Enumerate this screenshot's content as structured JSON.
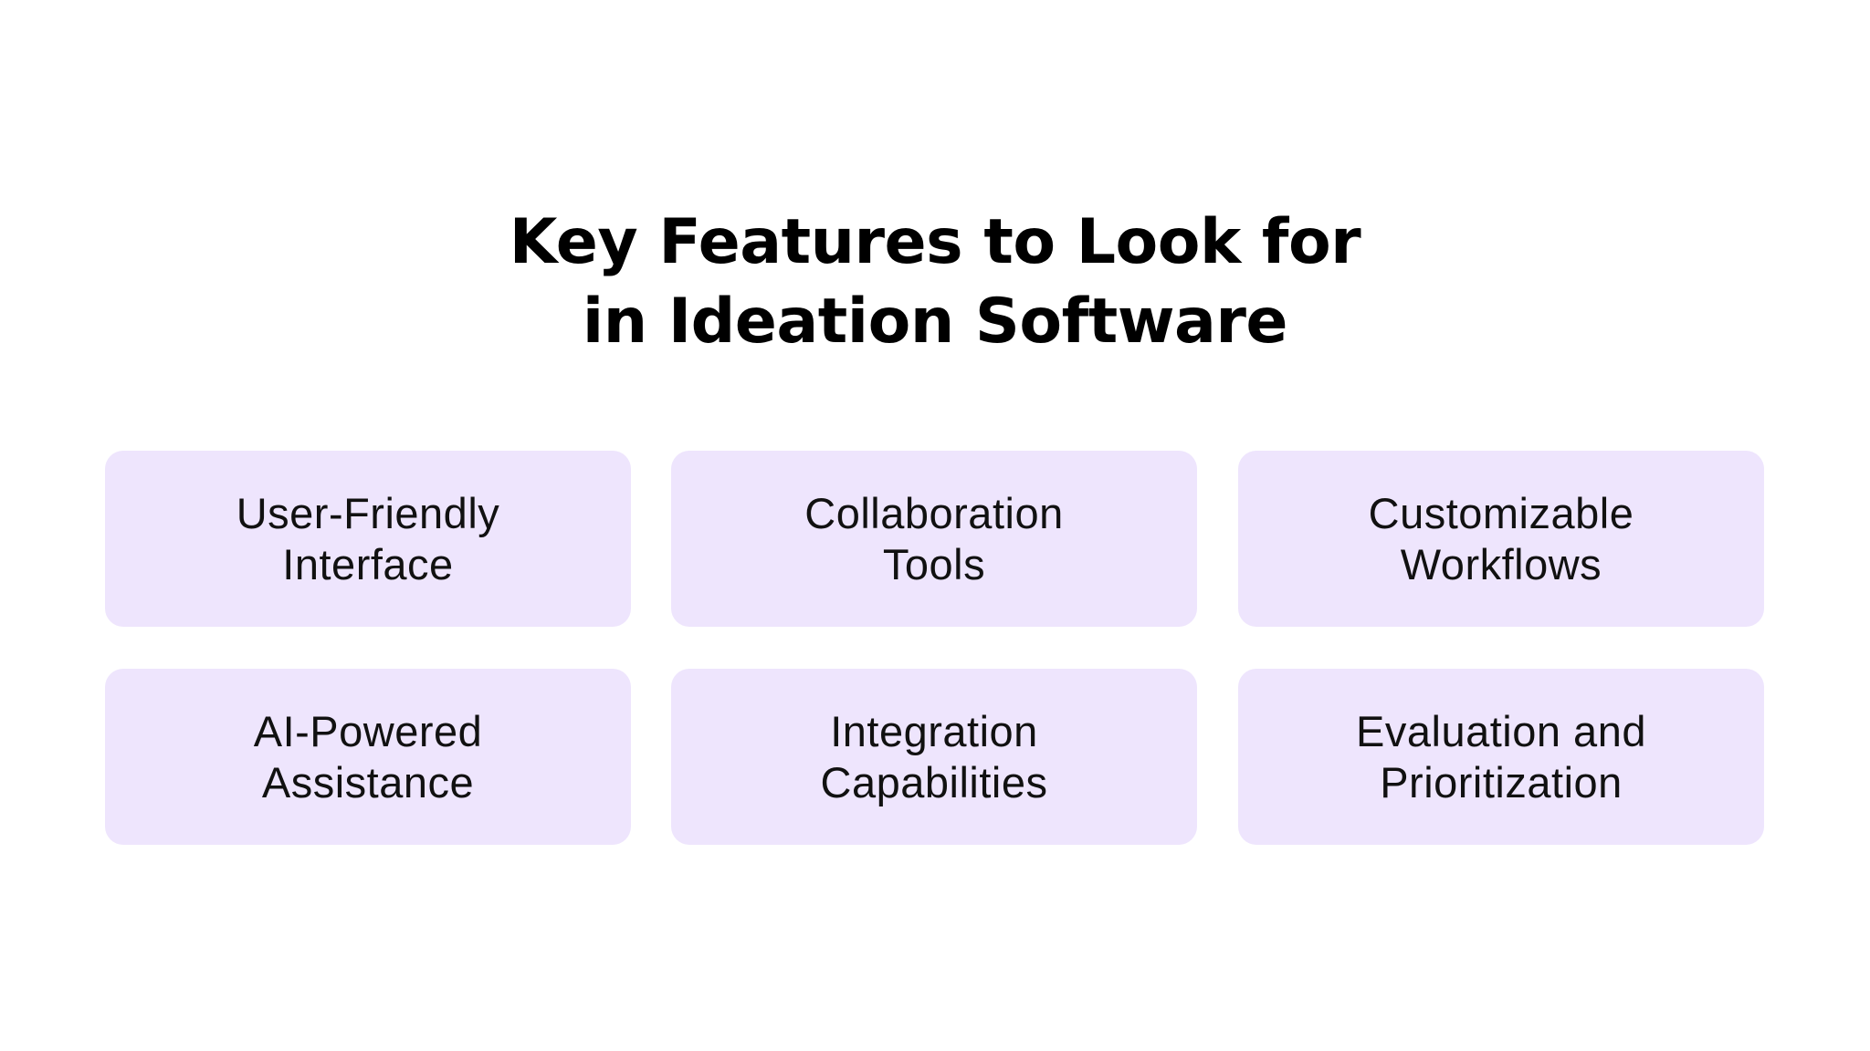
{
  "title": {
    "line1": "Key Features to Look for",
    "line2": "in Ideation Software"
  },
  "colors": {
    "background": "#FFFFFF",
    "card": "#EEE5FD",
    "text": "#000000"
  },
  "features": [
    {
      "line1": "User-Friendly",
      "line2": "Interface"
    },
    {
      "line1": "Collaboration",
      "line2": "Tools"
    },
    {
      "line1": "Customizable",
      "line2": "Workflows"
    },
    {
      "line1": "AI-Powered",
      "line2": "Assistance"
    },
    {
      "line1": "Integration",
      "line2": "Capabilities"
    },
    {
      "line1": "Evaluation and",
      "line2": "Prioritization"
    }
  ]
}
